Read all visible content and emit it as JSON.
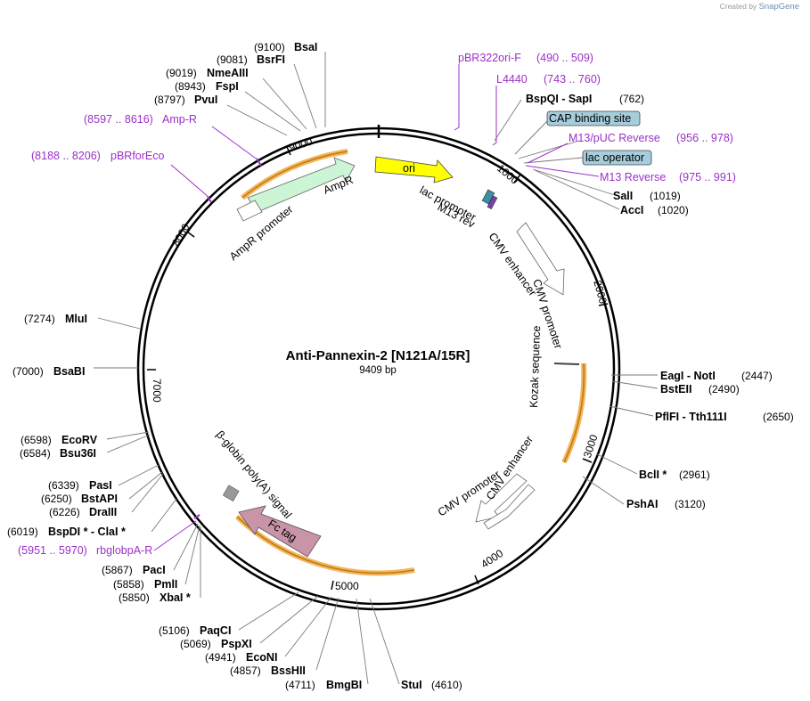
{
  "credit": {
    "prefix": "Created by",
    "brand": "SnapGene"
  },
  "plasmid": {
    "name": "Anti-Pannexin-2 [N121A/15R]",
    "length_label": "9409 bp",
    "length": 9409
  },
  "ticks": [
    "1000",
    "2000",
    "3000",
    "4000",
    "5000",
    "7000",
    "8000",
    "9000"
  ],
  "sites_left": [
    {
      "pos": "(9100)",
      "name": "BsaI",
      "bp": 9100
    },
    {
      "pos": "(9081)",
      "name": "BsrFI",
      "bp": 9081
    },
    {
      "pos": "(9019)",
      "name": "NmeAIII",
      "bp": 9019
    },
    {
      "pos": "(8943)",
      "name": "FspI",
      "bp": 8943
    },
    {
      "pos": "(8797)",
      "name": "PvuI",
      "bp": 8797
    },
    {
      "pos": "(7274)",
      "name": "MluI",
      "bp": 7274
    },
    {
      "pos": "(7000)",
      "name": "BsaBI",
      "bp": 7000
    },
    {
      "pos": "(6598)",
      "name": "EcoRV",
      "bp": 6598
    },
    {
      "pos": "(6584)",
      "name": "Bsu36I",
      "bp": 6584
    },
    {
      "pos": "(6339)",
      "name": "PasI",
      "bp": 6339
    },
    {
      "pos": "(6250)",
      "name": "BstAPI",
      "bp": 6250
    },
    {
      "pos": "(6226)",
      "name": "DraIII",
      "bp": 6226
    },
    {
      "pos": "(6019)",
      "name": "BspDI * - ClaI *",
      "bp": 6019
    },
    {
      "pos": "(5867)",
      "name": "PacI",
      "bp": 5867
    },
    {
      "pos": "(5858)",
      "name": "PmlI",
      "bp": 5858
    },
    {
      "pos": "(5850)",
      "name": "XbaI *",
      "bp": 5850
    },
    {
      "pos": "(5106)",
      "name": "PaqCI",
      "bp": 5106
    },
    {
      "pos": "(5069)",
      "name": "PspXI",
      "bp": 5069
    },
    {
      "pos": "(4941)",
      "name": "EcoNI",
      "bp": 4941
    },
    {
      "pos": "(4857)",
      "name": "BssHII",
      "bp": 4857
    },
    {
      "pos": "(4711)",
      "name": "BmgBI",
      "bp": 4711
    }
  ],
  "sites_right": [
    {
      "name": "BspQI - SapI",
      "pos": "(762)",
      "bp": 762
    },
    {
      "name": "SalI",
      "pos": "(1019)",
      "bp": 1019
    },
    {
      "name": "AccI",
      "pos": "(1020)",
      "bp": 1020
    },
    {
      "name": "EagI - NotI",
      "pos": "(2447)",
      "bp": 2447
    },
    {
      "name": "BstEII",
      "pos": "(2490)",
      "bp": 2490
    },
    {
      "name": "PflFI - Tth111I",
      "pos": "(2650)",
      "bp": 2650
    },
    {
      "name": "BclI *",
      "pos": "(2961)",
      "bp": 2961
    },
    {
      "name": "PshAI",
      "pos": "(3120)",
      "bp": 3120
    },
    {
      "name": "StuI",
      "pos": "(4610)",
      "bp": 4610
    }
  ],
  "primers": [
    {
      "name": "pBR322ori-F",
      "range": "(490 .. 509)"
    },
    {
      "name": "L4440",
      "range": "(743 .. 760)"
    },
    {
      "name": "M13/pUC Reverse",
      "range": "(956 .. 978)"
    },
    {
      "name": "M13 Reverse",
      "range": "(975 .. 991)"
    },
    {
      "range": "(8597 .. 8616)",
      "name": "Amp-R"
    },
    {
      "range": "(8188 .. 8206)",
      "name": "pBRforEco"
    },
    {
      "range": "(5951 .. 5970)",
      "name": "rbglobpA-R"
    }
  ],
  "boxed_features": [
    "CAP binding site",
    "lac operator"
  ],
  "features": {
    "ori": "ori",
    "lac_promoter": "lac promoter",
    "m13_rev": "M13 rev",
    "cmv_enhancer_1": "CMV enhancer",
    "cmv_promoter_1": "CMV promoter",
    "kozak": "Kozak sequence",
    "cmv_enhancer_2": "CMV enhancer",
    "cmv_promoter_2": "CMV promoter",
    "bglobin": "β-globin poly(A) signal",
    "fc_tag": "Fc tag",
    "ampr": "AmpR",
    "ampr_promoter": "AmpR promoter"
  },
  "colors": {
    "ori": "#ffff00",
    "ampr": "#ccf5d6",
    "fc_tag": "#c994a8",
    "primer": "#9b30c8",
    "box_fill": "#a5cddb",
    "orange_highlight": "#f3b65b",
    "orange_line": "#c07a14"
  }
}
